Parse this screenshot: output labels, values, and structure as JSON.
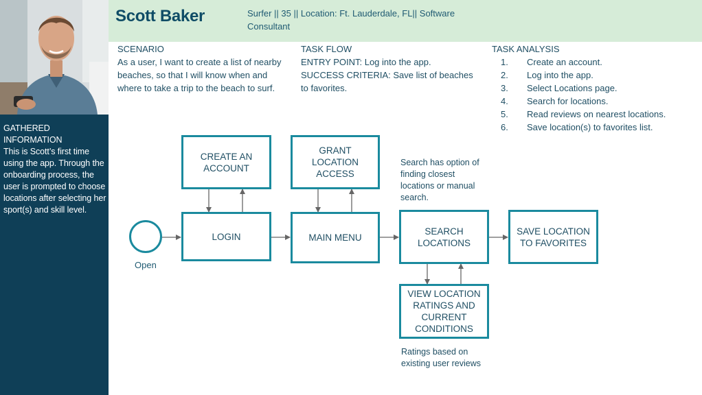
{
  "persona": {
    "name": "Scott Baker",
    "subtitle": "Surfer || 35 || Location: Ft. Lauderdale, FL|| Software Consultant"
  },
  "gathered_information": {
    "title": "GATHERED INFORMATION",
    "text": "This is Scott’s first time using the app. Through the onboarding process, the user is prompted to choose locations after selecting her sport(s) and skill level."
  },
  "scenario": {
    "title": "SCENARIO",
    "text": "As a user, I want to create a list of nearby beaches, so that I will know when and where to take a trip to the beach to surf."
  },
  "task_flow": {
    "title": "TASK FLOW",
    "entry_point": "ENTRY POINT: Log into the app.",
    "success_criteria": "SUCCESS CRITERIA: Save list of beaches to favorites."
  },
  "task_analysis": {
    "title": "TASK ANALYSIS",
    "steps": [
      {
        "num": "1.",
        "text": "Create an account."
      },
      {
        "num": "2.",
        "text": "Log into the app."
      },
      {
        "num": "3.",
        "text": "Select Locations page."
      },
      {
        "num": "4.",
        "text": "Search for locations."
      },
      {
        "num": "5.",
        "text": "Read reviews on nearest locations."
      },
      {
        "num": "6.",
        "text": "Save location(s) to favorites list."
      }
    ]
  },
  "flow": {
    "start_label": "Open",
    "nodes": {
      "create_account": "CREATE AN ACCOUNT",
      "login": "LOGIN",
      "grant_location": "GRANT LOCATION ACCESS",
      "main_menu": "MAIN MENU",
      "search_locations": "SEARCH LOCATIONS",
      "save_location": "SAVE LOCATION TO FAVORITES",
      "view_ratings": "VIEW LOCATION RATINGS AND CURRENT CONDITIONS"
    },
    "notes": {
      "search_note": "Search has option of finding closest locations or manual search.",
      "ratings_note": "Ratings based on existing user reviews"
    },
    "colors": {
      "box_border": "#1a8a9e",
      "arrow": "#666666",
      "header_bg": "#d6ecd8",
      "sidebar_bg": "#0f3f57"
    }
  }
}
